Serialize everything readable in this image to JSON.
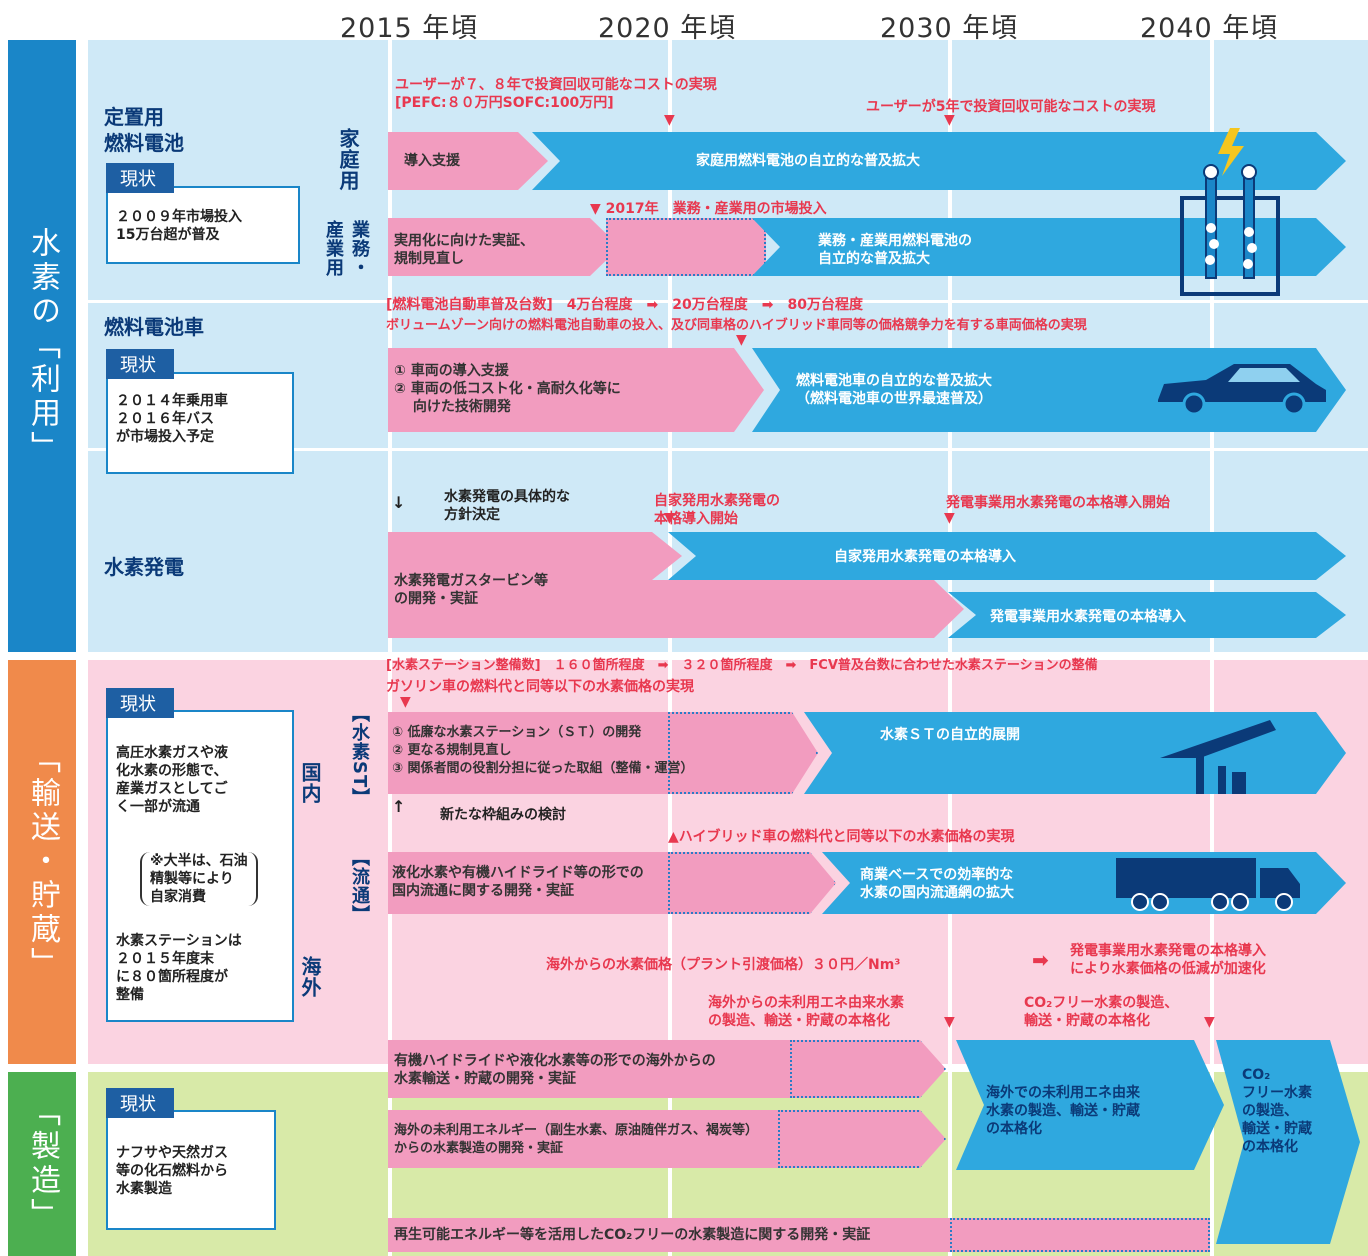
{
  "years": [
    "2015 年頃",
    "2020 年頃",
    "2030 年頃",
    "2040 年頃"
  ],
  "sections": {
    "use": "水素の「利用」",
    "transport": "「輸送・貯蔵」",
    "production": "「製造」"
  },
  "now_label": "現状",
  "fuelcell": {
    "title": "定置用\n燃料電池",
    "now": "２００９年市場投入\n15万台超が普及",
    "home_label": "家庭用",
    "biz_label": "業務・産業用",
    "red1": "ユーザーが７、８年で投資回収可能なコストの実現",
    "red1b": "[PEFC:８０万円SOFC:100万円]",
    "red2": "ユーザーが5年で投資回収可能なコストの実現",
    "home_pink": "導入支援",
    "home_blue": "家庭用燃料電池の自立的な普及拡大",
    "red3": "▼ 2017年　業務・産業用の市場投入",
    "biz_pink": "実用化に向けた実証、\n規制見直し",
    "biz_blue": "業務・産業用燃料電池の\n自立的な普及拡大"
  },
  "fcv": {
    "title": "燃料電池車",
    "now": "２０１４年乗用車\n２０１６年バス\nが市場投入予定",
    "red1": "[燃料電池自動車普及台数]　4万台程度　➡　20万台程度　➡　80万台程度",
    "red2": "ボリュームゾーン向けの燃料電池自動車の投入、及び同車格のハイブリッド車同等の価格競争力を有する車両価格の実現",
    "pink": "① 車両の導入支援\n② 車両の低コスト化・高耐久化等に\n　 向けた技術開発",
    "blue": "燃料電池車の自立的な普及拡大\n（燃料電池車の世界最速普及）"
  },
  "power": {
    "title": "水素発電",
    "note": "水素発電の具体的な\n方針決定",
    "red1": "自家発用水素発電の\n本格導入開始",
    "red2": "発電事業用水素発電の本格導入開始",
    "pink": "水素発電ガスタービン等\nの開発・実証",
    "blue1": "自家発用水素発電の本格導入",
    "blue2": "発電事業用水素発電の本格導入"
  },
  "transport": {
    "now": "高圧水素ガスや液\n化水素の形態で、\n産業ガスとしてご\nく一部が流通",
    "note": "※大半は、石油\n精製等により\n自家消費",
    "now2": "水素ステーションは\n２０１５年度末\nに８０箇所程度が\n整備",
    "domestic": "国内",
    "overseas": "海外",
    "st_label": "【水素ST】",
    "dist_label": "【流通】",
    "red1": "[水素ステーション整備数]　１６０箇所程度　➡　３２０箇所程度　➡　FCV普及台数に合わせた水素ステーションの整備",
    "red2": "ガソリン車の燃料代と同等以下の水素価格の実現",
    "st_pink": "① 低廉な水素ステーション（ＳＴ）の開発\n② 更なる規制見直し\n③ 関係者間の役割分担に従った取組（整備・運営）",
    "st_blue": "水素ＳＴの自立的展開",
    "new_frame": "新たな枠組みの検討",
    "red3": "▲ハイブリッド車の燃料代と同等以下の水素価格の実現",
    "dist_pink": "液化水素や有機ハイドライド等の形での\n国内流通に関する開発・実証",
    "dist_blue": "商業ベースでの効率的な\n水素の国内流通網の拡大",
    "red4": "海外からの水素価格（プラント引渡価格）３０円／Nm³",
    "red5": "発電事業用水素発電の本格導入\nにより水素価格の低減が加速化",
    "red6": "海外からの未利用エネ由来水素\nの製造、輸送・貯蔵の本格化",
    "red7": "CO₂フリー水素の製造、\n輸送・貯蔵の本格化"
  },
  "production": {
    "now": "ナフサや天然ガス\n等の化石燃料から\n水素製造",
    "pink1": "有機ハイドライドや液化水素等の形での海外からの\n水素輸送・貯蔵の開発・実証",
    "pink2": "海外の未利用エネルギー（副生水素、原油随伴ガス、褐炭等）\nからの水素製造の開発・実証",
    "blue1": "海外での未利用エネ由来\n水素の製造、輸送・貯蔵\nの本格化",
    "blue2": "CO₂\nフリー水素\nの製造、\n輸送・貯蔵\nの本格化",
    "pink3": "再生可能エネルギー等を活用したCO₂フリーの水素製造に関する開発・実証"
  },
  "colors": {
    "blue_band": "#cfe9f7",
    "pink_band": "#fbd3e1",
    "green_band": "#d8eaa8",
    "arrow_blue": "#2fa8df",
    "arrow_pink": "#f29cbf",
    "red": "#e8384f",
    "side_blue": "#1a86c8",
    "side_orange": "#f08a4b",
    "side_green": "#4caf50"
  }
}
